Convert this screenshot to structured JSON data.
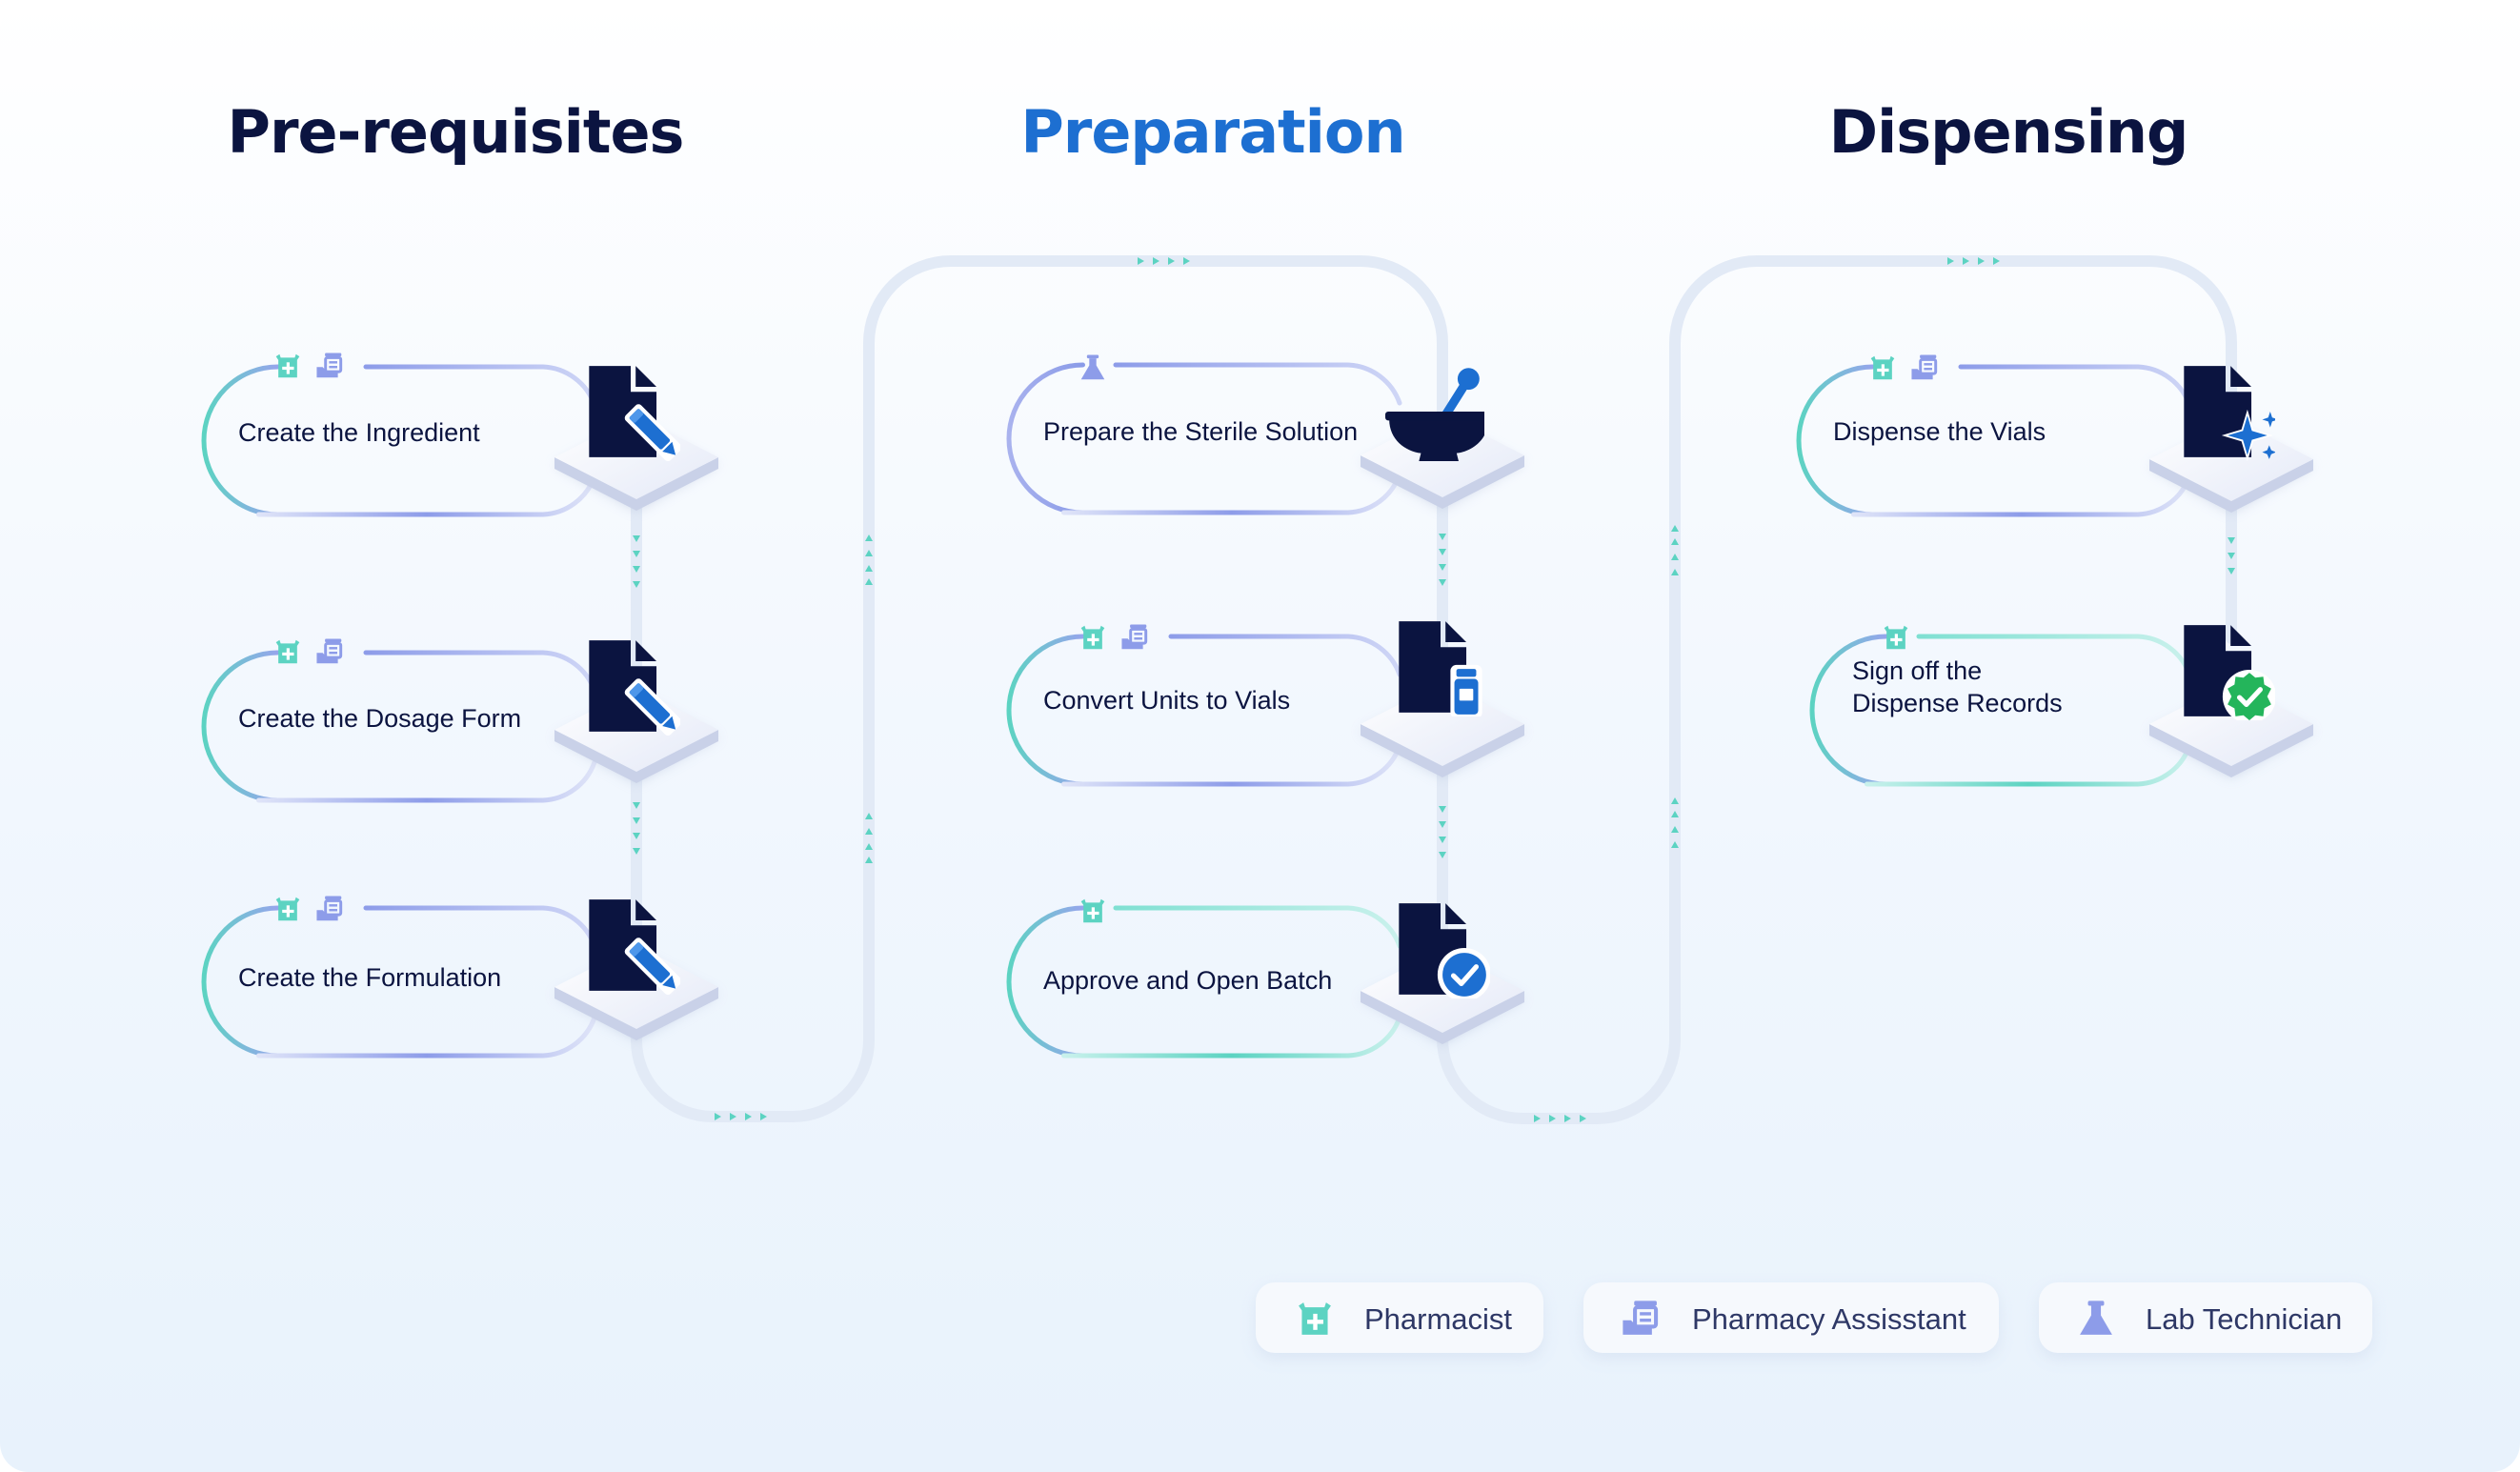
{
  "columns": [
    {
      "title": "Pre-requisites",
      "color": "#0b1440"
    },
    {
      "title": "Preparation",
      "color": "#1d6fd1"
    },
    {
      "title": "Dispensing",
      "color": "#0b1440"
    }
  ],
  "steps": [
    {
      "label_lines": [
        "Create the Ingredient"
      ],
      "roles": [
        "pharmacist",
        "pharmacy-assistant"
      ],
      "icon": "document-edit-icon"
    },
    {
      "label_lines": [
        "Create the Dosage Form"
      ],
      "roles": [
        "pharmacist",
        "pharmacy-assistant"
      ],
      "icon": "document-edit-icon"
    },
    {
      "label_lines": [
        "Create the Formulation"
      ],
      "roles": [
        "pharmacist",
        "pharmacy-assistant"
      ],
      "icon": "document-edit-icon"
    },
    {
      "label_lines": [
        "Prepare the Sterile Solution"
      ],
      "roles": [
        "lab-technician"
      ],
      "icon": "mortar-pestle-icon"
    },
    {
      "label_lines": [
        "Convert Units to Vials"
      ],
      "roles": [
        "pharmacist",
        "pharmacy-assistant"
      ],
      "icon": "document-vial-icon"
    },
    {
      "label_lines": [
        "Approve and Open Batch"
      ],
      "roles": [
        "pharmacist"
      ],
      "icon": "document-check-icon"
    },
    {
      "label_lines": [
        "Dispense the Vials"
      ],
      "roles": [
        "pharmacist",
        "pharmacy-assistant"
      ],
      "icon": "document-sparkle-icon"
    },
    {
      "label_lines": [
        "Sign off the",
        "Dispense Records"
      ],
      "roles": [
        "pharmacist"
      ],
      "icon": "document-verified-icon"
    }
  ],
  "legend": [
    {
      "label": "Pharmacist",
      "icon": "pharmacist-icon"
    },
    {
      "label": "Pharmacy Assisstant",
      "icon": "pharmacy-assistant-icon"
    },
    {
      "label": "Lab Technician",
      "icon": "lab-technician-icon"
    }
  ],
  "colors": {
    "teal": "#5cd3c2",
    "periwinkle": "#96a5ec",
    "navy": "#0b1440",
    "blue": "#1d6fd1",
    "green": "#24b55b",
    "track": "#e3ebf6"
  }
}
